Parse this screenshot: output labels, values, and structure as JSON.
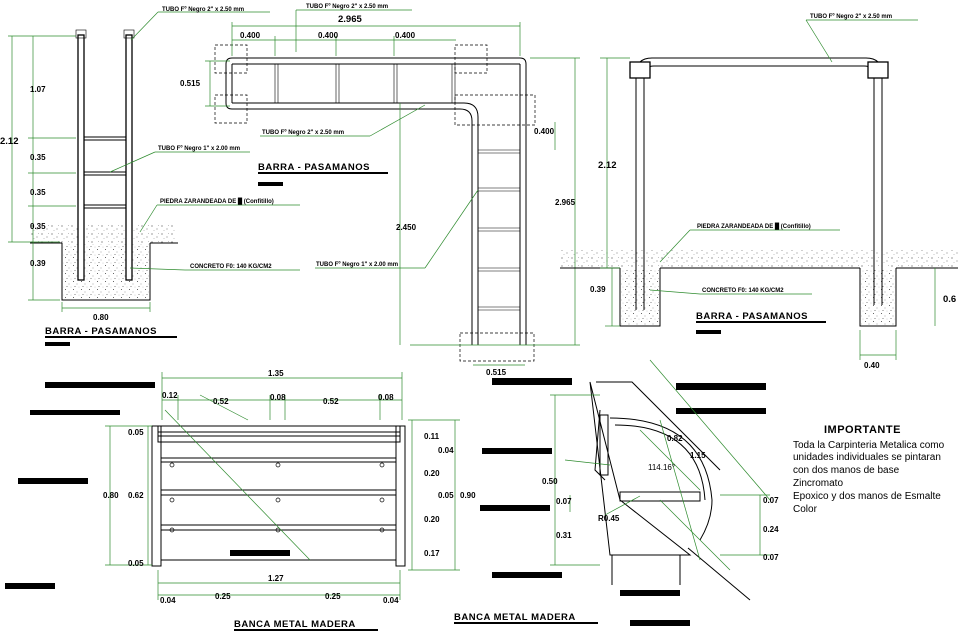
{
  "colors": {
    "dimension_lines": "#2e8b2e",
    "drawing_lines": "#000000",
    "background": "#ffffff"
  },
  "top_left": {
    "callout_tube_2": "TUBO Fº Negro 2\" x 2.50 mm",
    "callout_tube_1": "TUBO Fº Negro 1\" x 2.00 mm",
    "callout_stone": "PIEDRA ZARANDEADA DE █ (Confitillo)",
    "callout_concrete": "CONCRETO F0: 140 KG/CM2",
    "dim_total": "2.12",
    "dim_a": "1.07",
    "dim_b": "0.35",
    "dim_c": "0.35",
    "dim_d": "0.35",
    "dim_base": "0.39",
    "dim_width": "0.80",
    "title": "BARRA - PASAMANOS"
  },
  "top_center": {
    "callout_tube_top": "TUBO Fº Negro 2\" x 2.50 mm",
    "callout_tube_mid": "TUBO Fº Negro 2\" x 2.50 mm",
    "callout_tube_1": "TUBO Fº Negro 1\" x 2.00 mm",
    "dim_total": "2.965",
    "dim_s1": "0.400",
    "dim_s2": "0.400",
    "dim_s3": "0.400",
    "dim_height": "0.515",
    "dim_side": "0.400",
    "dim_vert": "2.450",
    "dim_vert_total": "2.965",
    "dim_bottom": "0.515",
    "title": "BARRA - PASAMANOS"
  },
  "top_right": {
    "callout_tube_2": "TUBO Fº Negro 2\" x 2.50 mm",
    "callout_stone": "PIEDRA ZARANDEADA DE █ (Confitillo)",
    "callout_concrete": "CONCRETO F0: 140 KG/CM2",
    "dim_height": "2.12",
    "dim_base": "0.39",
    "dim_right": "0.6",
    "dim_width": "0.40",
    "title": "BARRA - PASAMANOS"
  },
  "bottom_left": {
    "dim_top_total": "1.35",
    "dim_t1": "0.12",
    "dim_t2": "0.52",
    "dim_t3": "0.08",
    "dim_t4": "0.52",
    "dim_t5": "0.08",
    "dim_l1": "0.05",
    "dim_l_total": "0.80",
    "dim_l_mid": "0.62",
    "dim_l_bottom": "0.05",
    "dim_r1": "0.11",
    "dim_r2": "0.04",
    "dim_r3": "0.20",
    "dim_r4": "0.05",
    "dim_r5": "0.20",
    "dim_r6": "0.17",
    "dim_r_total": "0.90",
    "dim_bottom_total": "1.27",
    "dim_b1": "0.04",
    "dim_b2": "0.25",
    "dim_b3": "0.25",
    "dim_b4": "0.04",
    "title": "BANCA METAL MADERA"
  },
  "bottom_center": {
    "dim_radius": "0.82",
    "dim_arc": "1.15",
    "dim_angle": "114.16°",
    "dim_left": "0.50",
    "dim_left_b": "0.07",
    "dim_r": "R0.45",
    "dim_bottom": "0.31",
    "dim_right_a": "0.07",
    "dim_right_b": "0.24",
    "dim_right_c": "0.07",
    "title": "BANCA METAL MADERA"
  },
  "importante": {
    "heading": "IMPORTANTE",
    "line1": "Toda la Carpinteria Metalica como",
    "line2": "unidades individuales se pintaran",
    "line3": "con dos manos de base",
    "line4": "Zincromato",
    "line5": "Epoxico y dos manos de Esmalte",
    "line6": "Color"
  }
}
